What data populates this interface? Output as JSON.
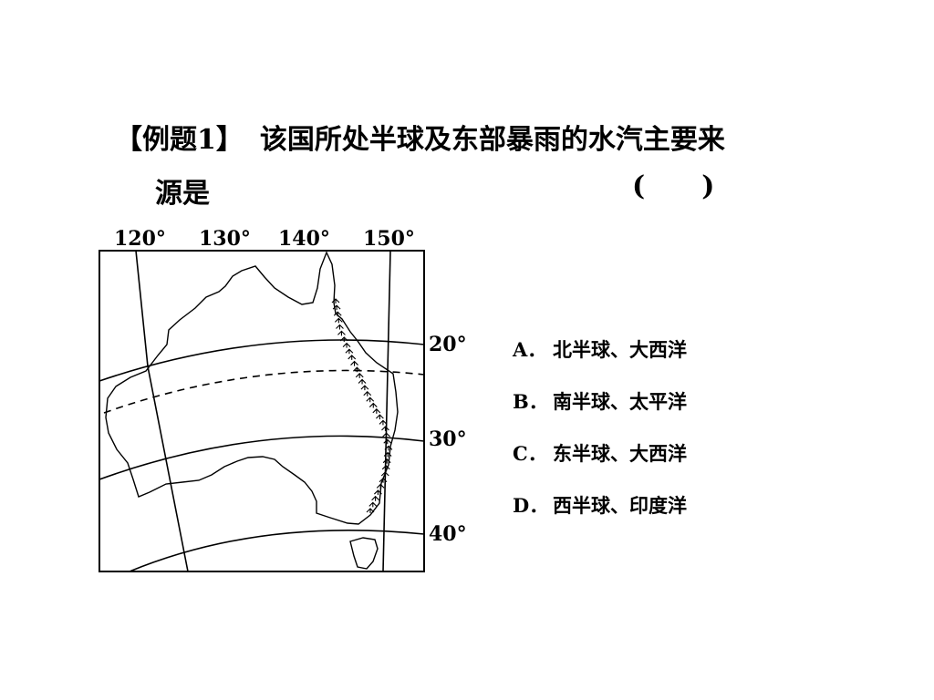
{
  "question": {
    "label": "【例题1】",
    "line1": "该国所处半球及东部暴雨的水汽主要来",
    "line2": "源是",
    "paren_open": "(",
    "paren_close": ")"
  },
  "map": {
    "longitudes": [
      "120°",
      "130°",
      "140°",
      "150°"
    ],
    "latitudes": [
      "20°",
      "30°",
      "40°"
    ]
  },
  "options": [
    {
      "key": "A．",
      "text": "北半球、大西洋"
    },
    {
      "key": "B．",
      "text": "南半球、太平洋"
    },
    {
      "key": "C．",
      "text": "东半球、大西洋"
    },
    {
      "key": "D．",
      "text": "西半球、印度洋"
    }
  ]
}
